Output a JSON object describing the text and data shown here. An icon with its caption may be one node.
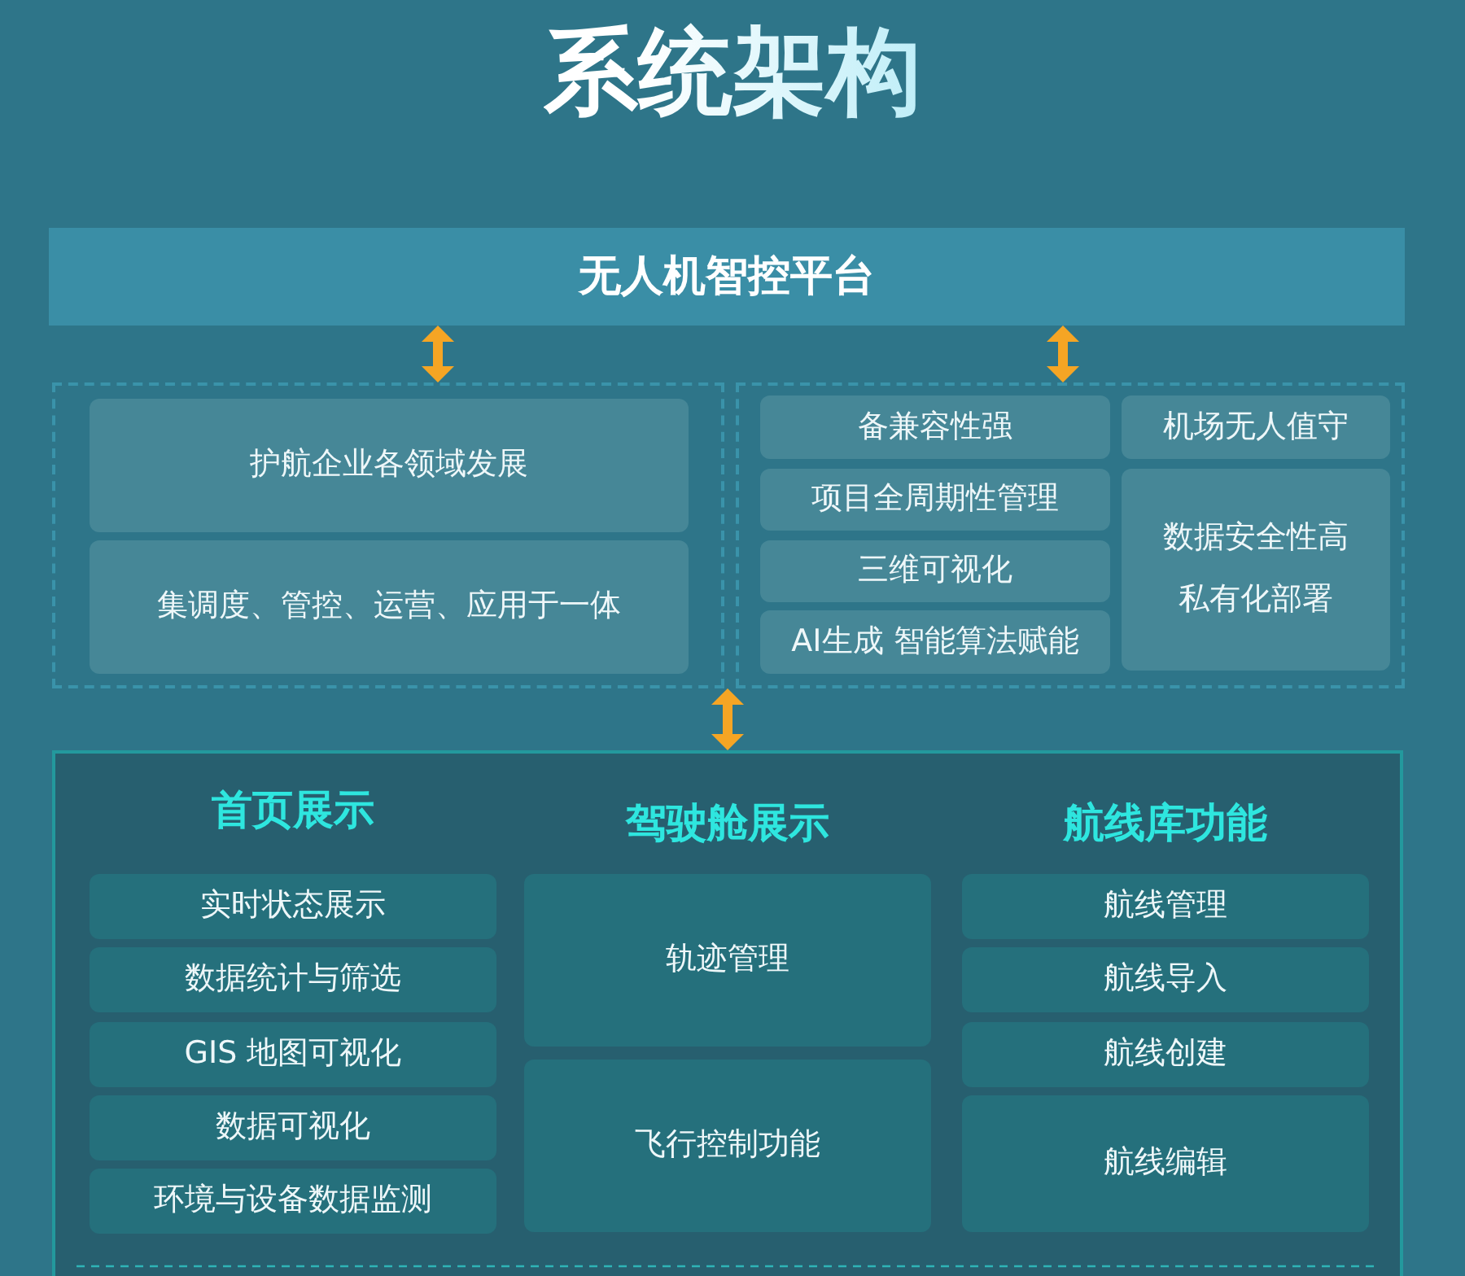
{
  "diagram": {
    "title": "系统架构",
    "nodes": [
      {
        "text": [
          "无人机智控平台"
        ]
      },
      {
        "text": [],
        "shape": "box"
      },
      {
        "text": [
          "护航企业各领域发展"
        ],
        "in": 1
      },
      {
        "text": [
          "集调度、管控、运营、应用于一体"
        ],
        "in": 1
      },
      {
        "text": [],
        "shape": "box"
      },
      {
        "text": [
          "备兼容性强"
        ],
        "in": 4
      },
      {
        "text": [
          "机场无人值守"
        ],
        "in": 4
      },
      {
        "text": [
          "项目全周期性管理"
        ],
        "in": 4
      },
      {
        "text": [
          "数据安全性高",
          "私有化部署"
        ],
        "in": 4
      },
      {
        "text": [
          "三维可视化"
        ],
        "in": 4
      },
      {
        "text": [
          "AI生成 智能算法赋能"
        ],
        "in": 4
      },
      {
        "text": [],
        "shape": "box"
      },
      {
        "text": [
          "实时状态展示"
        ],
        "in": 11
      },
      {
        "text": [
          "数据统计与筛选"
        ],
        "in": 11
      },
      {
        "text": [
          "GIS 地图可视化"
        ],
        "in": 11
      },
      {
        "text": [
          "数据可视化"
        ],
        "in": 11
      },
      {
        "text": [
          "环境与设备数据监测"
        ],
        "in": 11
      },
      {
        "text": [
          "轨迹管理"
        ],
        "in": 11
      },
      {
        "text": [
          "飞行控制功能"
        ],
        "in": 11
      },
      {
        "text": [
          "航线管理"
        ],
        "in": 11
      },
      {
        "text": [
          "航线导入"
        ],
        "in": 11
      },
      {
        "text": [
          "航线创建"
        ],
        "in": 11
      },
      {
        "text": [
          "航线编辑"
        ],
        "in": 11
      }
    ],
    "edges": [
      {
        "from": 0,
        "to": 1,
        "arrow": "both"
      },
      {
        "from": 0,
        "to": 4,
        "arrow": "both"
      },
      {
        "from": 1,
        "to": 11,
        "arrow": "both"
      },
      {
        "from": 4,
        "to": 11,
        "arrow": "both"
      }
    ],
    "labels": [
      "首页展示",
      "驾驶舱展示",
      "航线库功能"
    ]
  }
}
